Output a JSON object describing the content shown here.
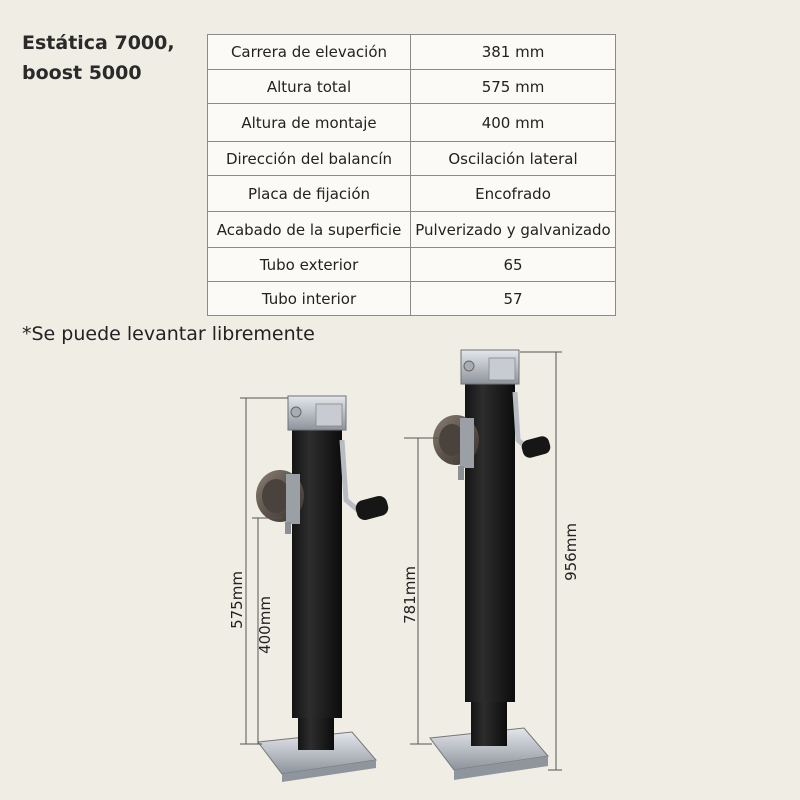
{
  "title": {
    "line1": "Estática 7000,",
    "line2": "boost 5000"
  },
  "specs": [
    {
      "label": "Carrera de elevación",
      "value": "381 mm"
    },
    {
      "label": "Altura total",
      "value": "575 mm"
    },
    {
      "label": "Altura de montaje",
      "value": "400 mm"
    },
    {
      "label": "Dirección del balancín",
      "value": "Oscilación lateral"
    },
    {
      "label": "Placa de fijación",
      "value": "Encofrado"
    },
    {
      "label": "Acabado de la superficie",
      "value": "Pulverizado y galvanizado"
    },
    {
      "label": "Tubo exterior",
      "value": "65"
    },
    {
      "label": "Tubo interior",
      "value": "57"
    }
  ],
  "note": "*Se puede levantar libremente",
  "dimensions": {
    "left_total": "575mm",
    "left_mount": "400mm",
    "right_mount": "781mm",
    "right_total": "956mm"
  }
}
